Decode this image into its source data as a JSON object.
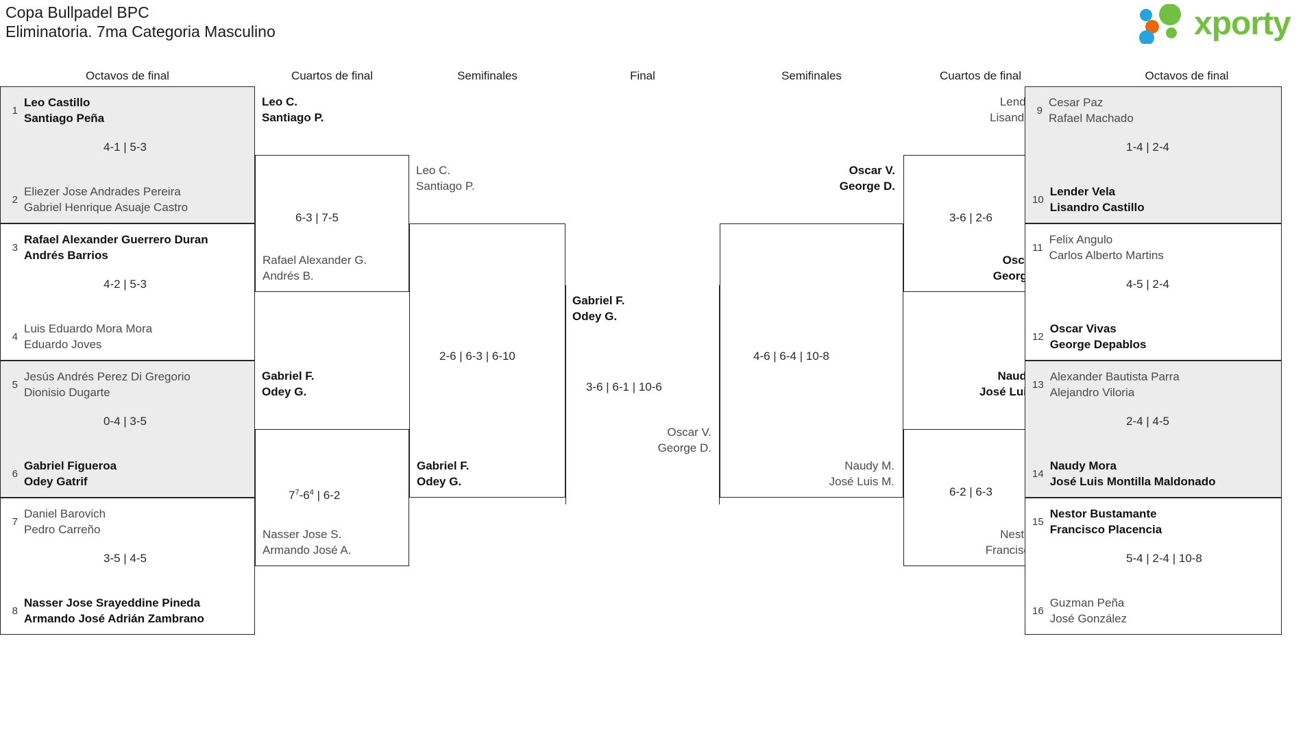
{
  "header": {
    "title_line1": "Copa Bullpadel BPC",
    "title_line2": "Eliminatoria. 7ma Categoria Masculino",
    "logo_text": "xporty",
    "logo_colors": {
      "green": "#72bf44",
      "orange": "#e8690b",
      "blue": "#29a3dc"
    }
  },
  "round_headers": [
    {
      "label": "Octavos de final"
    },
    {
      "label": "Cuartos de final"
    },
    {
      "label": "Semifinales"
    },
    {
      "label": "Final"
    },
    {
      "label": "Semifinales"
    },
    {
      "label": "Cuartos de final"
    },
    {
      "label": "Octavos de final"
    }
  ],
  "left": {
    "octavos": [
      {
        "score": "4-1 | 5-3",
        "top": {
          "seed": "1",
          "p1": "Leo Castillo",
          "p2": "Santiago Peña",
          "result": "winner"
        },
        "bottom": {
          "seed": "2",
          "p1": "Eliezer Jose Andrades Pereira",
          "p2": "Gabriel Henrique Asuaje Castro",
          "result": "loser"
        }
      },
      {
        "score": "4-2 | 5-3",
        "top": {
          "seed": "3",
          "p1": "Rafael Alexander Guerrero Duran",
          "p2": "Andrés Barrios",
          "result": "winner"
        },
        "bottom": {
          "seed": "4",
          "p1": "Luis Eduardo Mora Mora",
          "p2": "Eduardo Joves",
          "result": "loser"
        }
      },
      {
        "score": "0-4 | 3-5",
        "top": {
          "seed": "5",
          "p1": "Jesús Andrés Perez Di Gregorio",
          "p2": "Dionisio Dugarte",
          "result": "loser"
        },
        "bottom": {
          "seed": "6",
          "p1": "Gabriel Figueroa",
          "p2": "Odey Gatrif",
          "result": "winner"
        }
      },
      {
        "score": "3-5 | 4-5",
        "top": {
          "seed": "7",
          "p1": "Daniel Barovich",
          "p2": "Pedro Carreño",
          "result": "loser"
        },
        "bottom": {
          "seed": "8",
          "p1": "Nasser Jose Srayeddine Pineda",
          "p2": "Armando José Adrián Zambrano",
          "result": "winner"
        }
      }
    ],
    "cuartos": [
      {
        "score": "6-3 | 7-5",
        "top": {
          "p1": "Leo C.",
          "p2": "Santiago P.",
          "result": "winner"
        },
        "bottom": {
          "p1": "Rafael Alexander G.",
          "p2": "Andrés B.",
          "result": "loser"
        }
      },
      {
        "score": "7<sup>7</sup>-6<sup>4</sup> | 6-2",
        "top": {
          "p1": "Gabriel F.",
          "p2": "Odey G.",
          "result": "winner"
        },
        "bottom": {
          "p1": "Nasser Jose S.",
          "p2": "Armando José A.",
          "result": "loser"
        }
      }
    ],
    "semifinal": {
      "score": "2-6 | 6-3 | 6-10",
      "top": {
        "p1": "Leo C.",
        "p2": "Santiago P.",
        "result": "loser"
      },
      "bottom": {
        "p1": "Gabriel F.",
        "p2": "Odey G.",
        "result": "winner"
      }
    }
  },
  "final": {
    "score": "3-6 | 6-1 | 10-6",
    "top": {
      "p1": "Gabriel F.",
      "p2": "Odey G.",
      "result": "winner"
    },
    "bottom": {
      "p1": "Oscar V.",
      "p2": "George D.",
      "result": "loser"
    }
  },
  "right": {
    "semifinal": {
      "score": "4-6 | 6-4 | 10-8",
      "top": {
        "p1": "Oscar V.",
        "p2": "George D.",
        "result": "winner"
      },
      "bottom": {
        "p1": "Naudy M.",
        "p2": "José Luis M.",
        "result": "loser"
      }
    },
    "cuartos": [
      {
        "score": "3-6 | 2-6",
        "top": {
          "p1": "Lender V.",
          "p2": "Lisandro C.",
          "result": "loser"
        },
        "bottom": {
          "p1": "Oscar V.",
          "p2": "George D.",
          "result": "winner"
        }
      },
      {
        "score": "6-2 | 6-3",
        "top": {
          "p1": "Naudy M.",
          "p2": "José Luis M.",
          "result": "winner"
        },
        "bottom": {
          "p1": "Nestor B.",
          "p2": "Francisco P.",
          "result": "loser"
        }
      }
    ],
    "octavos": [
      {
        "score": "1-4 | 2-4",
        "top": {
          "seed": "9",
          "p1": "Cesar Paz",
          "p2": "Rafael Machado",
          "result": "loser"
        },
        "bottom": {
          "seed": "10",
          "p1": "Lender Vela",
          "p2": "Lisandro Castillo",
          "result": "winner"
        }
      },
      {
        "score": "4-5 | 2-4",
        "top": {
          "seed": "11",
          "p1": "Felix Angulo",
          "p2": "Carlos Alberto Martins",
          "result": "loser"
        },
        "bottom": {
          "seed": "12",
          "p1": "Oscar Vivas",
          "p2": "George Depablos",
          "result": "winner"
        }
      },
      {
        "score": "2-4 | 4-5",
        "top": {
          "seed": "13",
          "p1": "Alexander Bautista Parra",
          "p2": "Alejandro Viloria",
          "result": "loser"
        },
        "bottom": {
          "seed": "14",
          "p1": "Naudy Mora",
          "p2": "José Luis Montilla Maldonado",
          "result": "winner"
        }
      },
      {
        "score": "5-4 | 2-4 | 10-8",
        "top": {
          "seed": "15",
          "p1": "Nestor Bustamante",
          "p2": "Francisco Placencia",
          "result": "winner"
        },
        "bottom": {
          "seed": "16",
          "p1": "Guzman Peña",
          "p2": "José González",
          "result": "loser"
        }
      }
    ]
  }
}
